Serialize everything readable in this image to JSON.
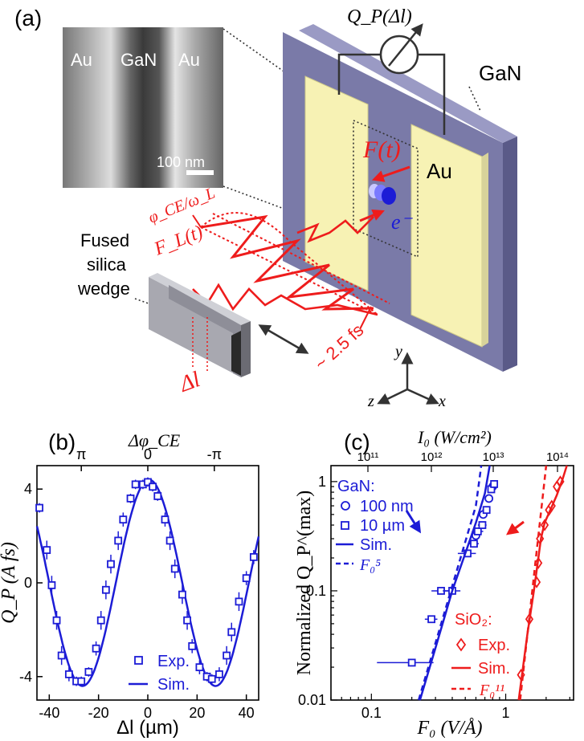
{
  "panel_a": {
    "label": "(a)",
    "sem_labels": [
      "Au",
      "GaN",
      "Au"
    ],
    "scale_bar": "100 nm",
    "meter_label": "Q_P(Δl)",
    "gan_label": "GaN",
    "au_label": "Au",
    "field_label": "F(t)",
    "electron_label": "e⁻",
    "cep_label": "φ_CE/ω_L",
    "laser_label": "F_L(t)",
    "wedge_label": [
      "Fused",
      "silica",
      "wedge"
    ],
    "wedge_shift": "Δl",
    "duration_label": "~ 2.5 fs",
    "axes": [
      "y",
      "z",
      "x"
    ]
  },
  "colors": {
    "blue": "#1c1cd6",
    "red": "#ee1c1c",
    "substrate": "#7a7aa8",
    "gold": "#f7f2b4"
  },
  "chart_data": [
    {
      "type": "scatter",
      "panel": "(b)",
      "xlabel": "Δl (µm)",
      "ylabel": "Q_P (A fs)",
      "top_label": "Δφ_CE",
      "top_ticks": [
        "π",
        "0",
        "-π"
      ],
      "top_tick_values": [
        -27,
        0,
        27
      ],
      "xlim": [
        -45,
        45
      ],
      "ylim": [
        -5,
        5
      ],
      "xticks": [
        -40,
        -20,
        0,
        20,
        40
      ],
      "yticks": [
        -4,
        0,
        4
      ],
      "legend": [
        "Exp.",
        "Sim."
      ],
      "legend_position": "bottom-center",
      "series": [
        {
          "name": "Exp.",
          "marker": "open-square",
          "points": [
            [
              -44,
              3.2,
              0.2
            ],
            [
              -41,
              1.4,
              0.4
            ],
            [
              -39,
              -0.1,
              0.4
            ],
            [
              -37,
              -1.6,
              0.4
            ],
            [
              -35,
              -3.1,
              0.4
            ],
            [
              -32,
              -3.9,
              0.3
            ],
            [
              -29,
              -4.2,
              0.2
            ],
            [
              -27,
              -4.2,
              0.2
            ],
            [
              -24,
              -3.8,
              0.2
            ],
            [
              -21,
              -2.8,
              0.3
            ],
            [
              -19,
              -1.6,
              0.4
            ],
            [
              -17,
              -0.3,
              0.4
            ],
            [
              -15,
              0.8,
              0.4
            ],
            [
              -12,
              1.8,
              0.4
            ],
            [
              -10,
              2.7,
              0.3
            ],
            [
              -7,
              3.6,
              0.2
            ],
            [
              -5,
              4.2,
              0.2
            ],
            [
              -2,
              4.2,
              0.2
            ],
            [
              0,
              4.3,
              0.2
            ],
            [
              2,
              4.1,
              0.2
            ],
            [
              4,
              3.7,
              0.2
            ],
            [
              7,
              2.7,
              0.3
            ],
            [
              9,
              1.8,
              0.4
            ],
            [
              11,
              0.6,
              0.4
            ],
            [
              14,
              -0.5,
              0.4
            ],
            [
              16,
              -1.6,
              0.4
            ],
            [
              18,
              -2.7,
              0.3
            ],
            [
              21,
              -3.6,
              0.3
            ],
            [
              24,
              -4.0,
              0.2
            ],
            [
              26,
              -4.1,
              0.2
            ],
            [
              29,
              -3.9,
              0.3
            ],
            [
              32,
              -3.1,
              0.4
            ],
            [
              34,
              -2.1,
              0.4
            ],
            [
              37,
              -0.8,
              0.4
            ],
            [
              40,
              0.2,
              0.3
            ],
            [
              43,
              1.1,
              0.3
            ]
          ]
        },
        {
          "name": "Sim.",
          "style": "line",
          "amplitude": 4.4,
          "period": 54,
          "x_offset": 0.5,
          "x_range": [
            -45,
            45
          ]
        }
      ]
    },
    {
      "type": "scatter",
      "panel": "(c)",
      "xlabel": "F₀ (V/Å)",
      "ylabel": "Normalized Q_P^(max)",
      "top_label": "I₀ (W/cm²)",
      "xscale": "log",
      "yscale": "log",
      "xlim": [
        0.05,
        3.2
      ],
      "ylim": [
        0.01,
        1.4
      ],
      "xticks": [
        0.1,
        1
      ],
      "xtick_labels": [
        "0.1",
        "1"
      ],
      "yticks": [
        0.01,
        0.1,
        1
      ],
      "ytick_labels": [
        "0.01",
        "0.1",
        "1"
      ],
      "top_ticks": [
        "10¹¹",
        "10¹²",
        "10¹³",
        "10¹⁴"
      ],
      "top_tick_values": [
        11,
        12,
        13,
        14
      ],
      "groups": [
        {
          "title": "GaN:",
          "color": "#1c1cd6",
          "legend": [
            "100 nm",
            "10 µm",
            "Sim.",
            "F₀⁵"
          ],
          "series": [
            {
              "name": "100 nm",
              "marker": "open-circle",
              "points": [
                [
                  0.6,
                  0.32
                ],
                [
                  0.68,
                  0.5
                ],
                [
                  0.75,
                  0.7
                ],
                [
                  0.8,
                  0.9
                ]
              ]
            },
            {
              "name": "10 µm",
              "marker": "open-square",
              "points": [
                [
                  0.2,
                  0.022,
                  0.09
                ],
                [
                  0.28,
                  0.055,
                  0.03
                ],
                [
                  0.33,
                  0.1,
                  0.05
                ],
                [
                  0.4,
                  0.1,
                  0.06
                ],
                [
                  0.52,
                  0.22,
                  0.08
                ],
                [
                  0.58,
                  0.27,
                  0.05
                ],
                [
                  0.62,
                  0.35,
                  0.06
                ],
                [
                  0.67,
                  0.4,
                  0.05
                ],
                [
                  0.72,
                  0.55,
                  0.05
                ],
                [
                  0.78,
                  0.85,
                  0.05
                ],
                [
                  0.82,
                  0.95,
                  0.05
                ]
              ]
            },
            {
              "name": "Sim.",
              "style": "line",
              "points": [
                [
                  0.23,
                  0.01
                ],
                [
                  0.3,
                  0.03
                ],
                [
                  0.4,
                  0.1
                ],
                [
                  0.5,
                  0.22
                ],
                [
                  0.6,
                  0.42
                ],
                [
                  0.7,
                  0.78
                ],
                [
                  0.76,
                  1.4
                ]
              ]
            },
            {
              "name": "F₀⁵",
              "style": "dashed",
              "points": [
                [
                  0.225,
                  0.01
                ],
                [
                  0.6,
                  0.6
                ],
                [
                  0.658,
                  1.4
                ]
              ]
            }
          ]
        },
        {
          "title": "SiO₂:",
          "color": "#ee1c1c",
          "legend": [
            "Exp.",
            "Sim.",
            "F₀¹¹"
          ],
          "series": [
            {
              "name": "Exp.",
              "marker": "open-diamond",
              "points": [
                [
                  1.3,
                  0.017
                ],
                [
                  1.5,
                  0.055
                ],
                [
                  1.7,
                  0.12
                ],
                [
                  1.75,
                  0.18
                ],
                [
                  1.8,
                  0.3
                ],
                [
                  1.95,
                  0.4
                ],
                [
                  2.1,
                  0.55
                ],
                [
                  2.2,
                  0.6
                ],
                [
                  2.4,
                  0.9
                ],
                [
                  2.55,
                  1.0
                ]
              ]
            },
            {
              "name": "Sim.",
              "style": "line",
              "points": [
                [
                  1.25,
                  0.01
                ],
                [
                  1.45,
                  0.04
                ],
                [
                  1.62,
                  0.1
                ],
                [
                  1.75,
                  0.2
                ],
                [
                  1.83,
                  0.3
                ],
                [
                  1.95,
                  0.42
                ],
                [
                  2.15,
                  0.55
                ],
                [
                  2.4,
                  0.75
                ],
                [
                  2.65,
                  1.05
                ],
                [
                  2.85,
                  1.4
                ]
              ]
            },
            {
              "name": "F₀¹¹",
              "style": "dashed",
              "points": [
                [
                  1.28,
                  0.01
                ],
                [
                  2.0,
                  1.4
                ]
              ]
            }
          ]
        }
      ]
    }
  ]
}
